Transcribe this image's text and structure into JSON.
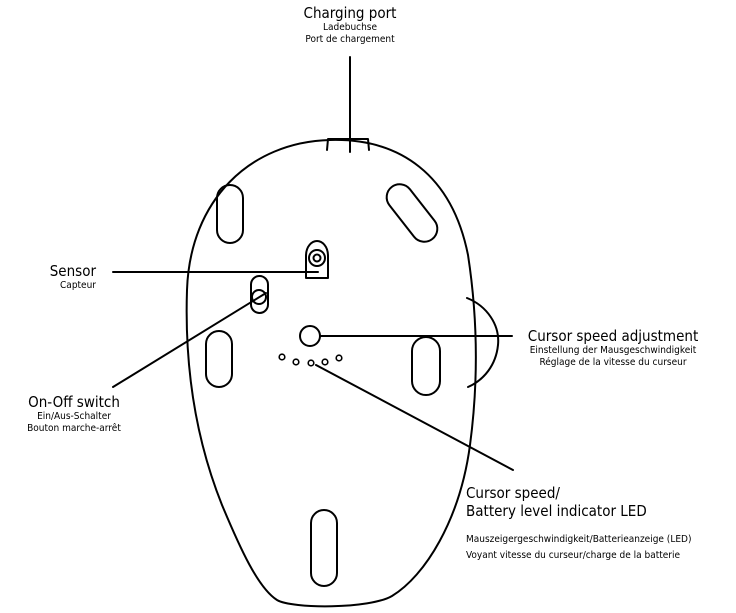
{
  "labels": {
    "charging_port": {
      "title": "Charging port",
      "de": "Ladebuchse",
      "fr": "Port de chargement"
    },
    "sensor": {
      "title": "Sensor",
      "fr": "Capteur"
    },
    "on_off": {
      "title": "On-Off switch",
      "de": "Ein/Aus-Schalter",
      "fr": "Bouton marche-arrêt"
    },
    "cursor_speed": {
      "title": "Cursor speed adjustment",
      "de": "Einstellung der Mausgeschwindigkeit",
      "fr": "Réglage de la vitesse du curseur"
    },
    "led": {
      "title_line1": "Cursor speed/",
      "title_line2": "Battery level indicator LED",
      "de": "Mauszeigergeschwindigkeit/Batterieanzeige (LED)",
      "fr": "Voyant vitesse du curseur/charge de la batterie"
    }
  },
  "colors": {
    "ink": "#000000",
    "background": "#ffffff"
  }
}
